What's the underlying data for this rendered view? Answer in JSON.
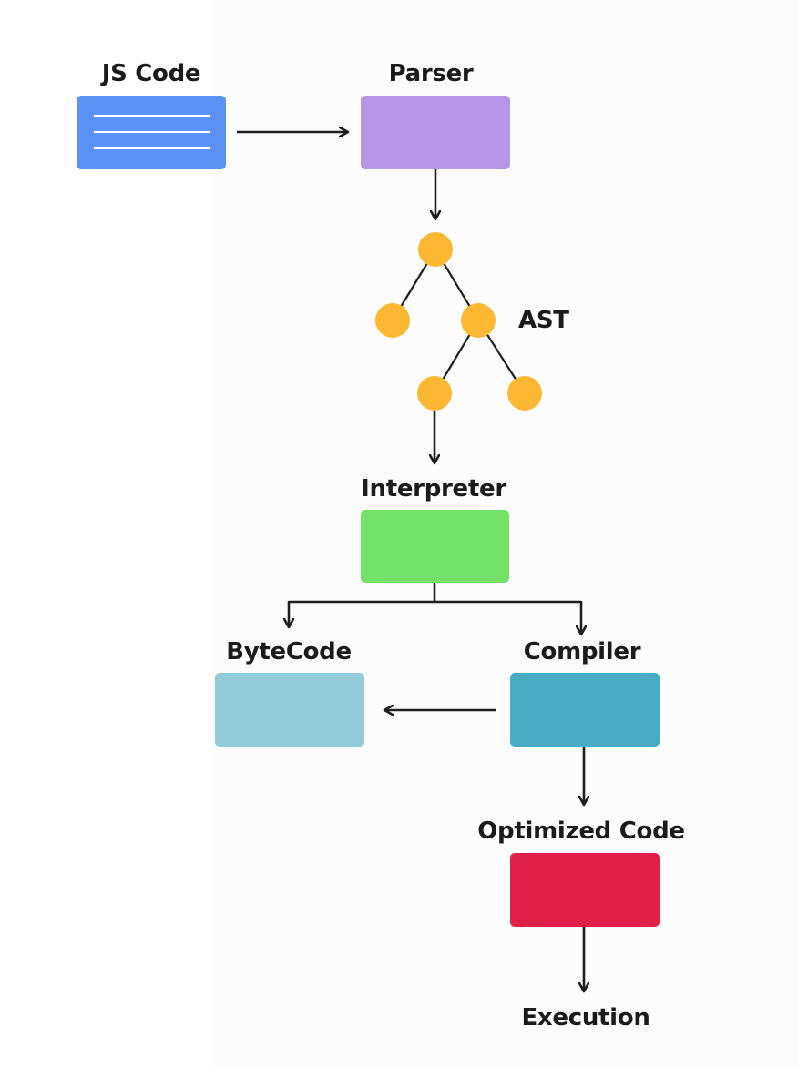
{
  "nodes": {
    "js_code": {
      "label": "JS Code",
      "color": "#5a93f5"
    },
    "parser": {
      "label": "Parser",
      "color": "#b696e8"
    },
    "ast": {
      "label": "AST",
      "color": "#fdb833"
    },
    "interpreter": {
      "label": "Interpreter",
      "color": "#73e068"
    },
    "bytecode": {
      "label": "ByteCode",
      "color": "#93ccd8"
    },
    "compiler": {
      "label": "Compiler",
      "color": "#47abc3"
    },
    "optimized_code": {
      "label": "Optimized Code",
      "color": "#e0204b"
    },
    "execution": {
      "label": "Execution"
    }
  },
  "colors": {
    "arrow": "#1e1e1e",
    "code_lines": "#ffffff",
    "tree_edges": "#1e1e1e"
  }
}
